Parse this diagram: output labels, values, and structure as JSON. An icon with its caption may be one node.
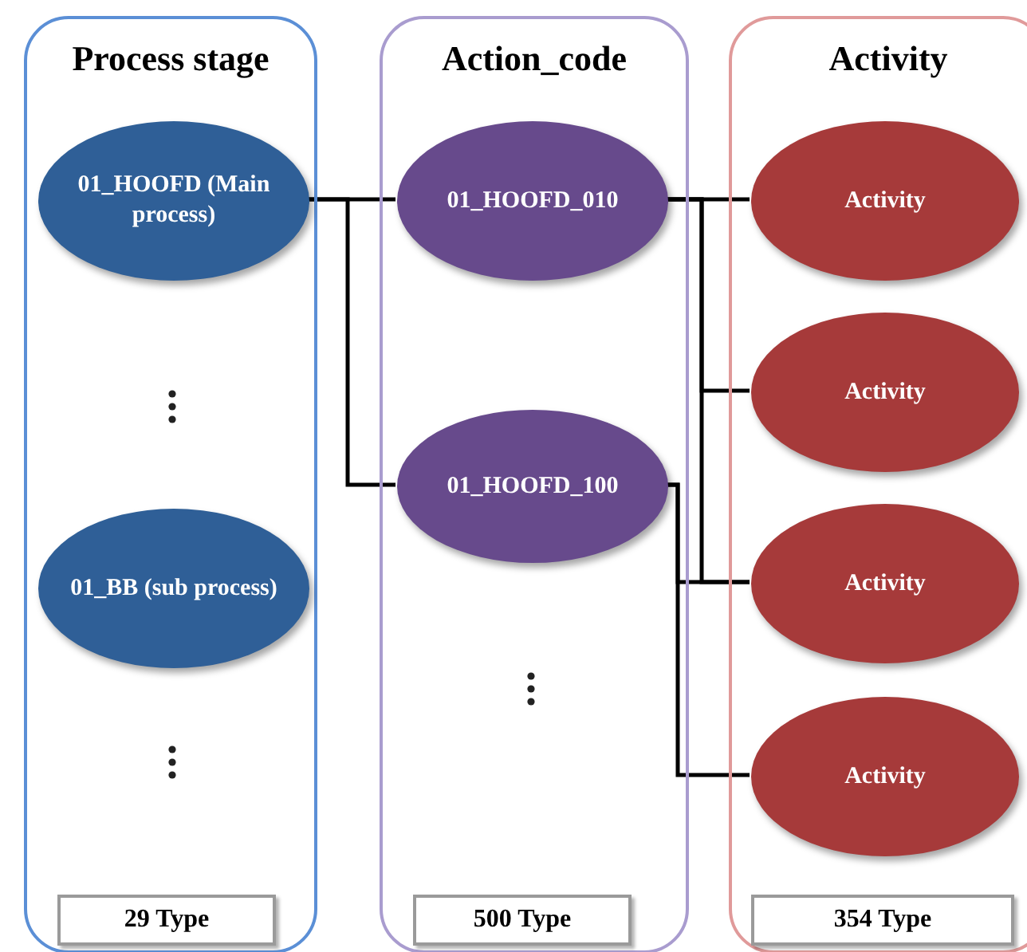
{
  "diagram": {
    "nodes": [
      {
        "text": [
          "Process stage"
        ]
      },
      {
        "text": [
          "01_HOOFD (Main process)"
        ],
        "in": 0
      },
      {
        "text": [
          "01_BB (sub process)"
        ],
        "in": 0
      },
      {
        "text": [
          "29 Type"
        ],
        "in": 0
      },
      {
        "text": [
          "Action_code"
        ]
      },
      {
        "text": [
          "01_HOOFD_010"
        ],
        "in": 4
      },
      {
        "text": [
          "01_HOOFD_100"
        ],
        "in": 4
      },
      {
        "text": [
          "500 Type"
        ],
        "in": 4
      },
      {
        "text": [
          "Activity"
        ]
      },
      {
        "text": [
          "Activity"
        ],
        "in": 8
      },
      {
        "text": [
          "Activity"
        ],
        "in": 8
      },
      {
        "text": [
          "Activity"
        ],
        "in": 8
      },
      {
        "text": [
          "Activity"
        ],
        "in": 8
      },
      {
        "text": [
          "354 Type"
        ],
        "in": 8
      }
    ],
    "edges": [
      {
        "from": 1,
        "to": 5,
        "arrow": "none"
      },
      {
        "from": 1,
        "to": 6,
        "arrow": "none"
      },
      {
        "from": 5,
        "to": 9,
        "arrow": "none"
      },
      {
        "from": 5,
        "to": 10,
        "arrow": "none"
      },
      {
        "from": 5,
        "to": 11,
        "arrow": "none"
      },
      {
        "from": 6,
        "to": 11,
        "arrow": "none"
      },
      {
        "from": 6,
        "to": 12,
        "arrow": "none"
      }
    ]
  }
}
